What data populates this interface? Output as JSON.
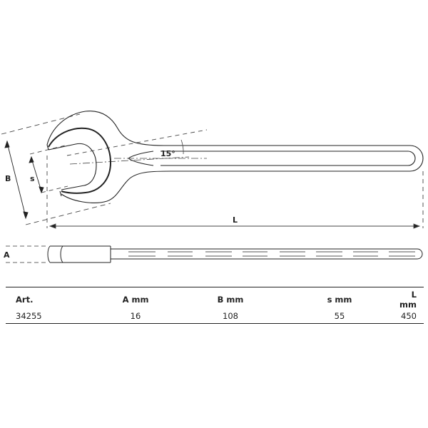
{
  "diagram": {
    "title": "Open-end wrench technical drawing",
    "labels": {
      "B": "B",
      "s": "s",
      "angle": "15°",
      "L": "L",
      "A": "A"
    },
    "views": [
      "top view",
      "side view"
    ]
  },
  "spec_table": {
    "headers": [
      "Art.",
      "A  mm",
      "B  mm",
      "s  mm",
      "L  mm"
    ],
    "rows": [
      [
        "34255",
        "16",
        "108",
        "55",
        "450"
      ]
    ]
  }
}
